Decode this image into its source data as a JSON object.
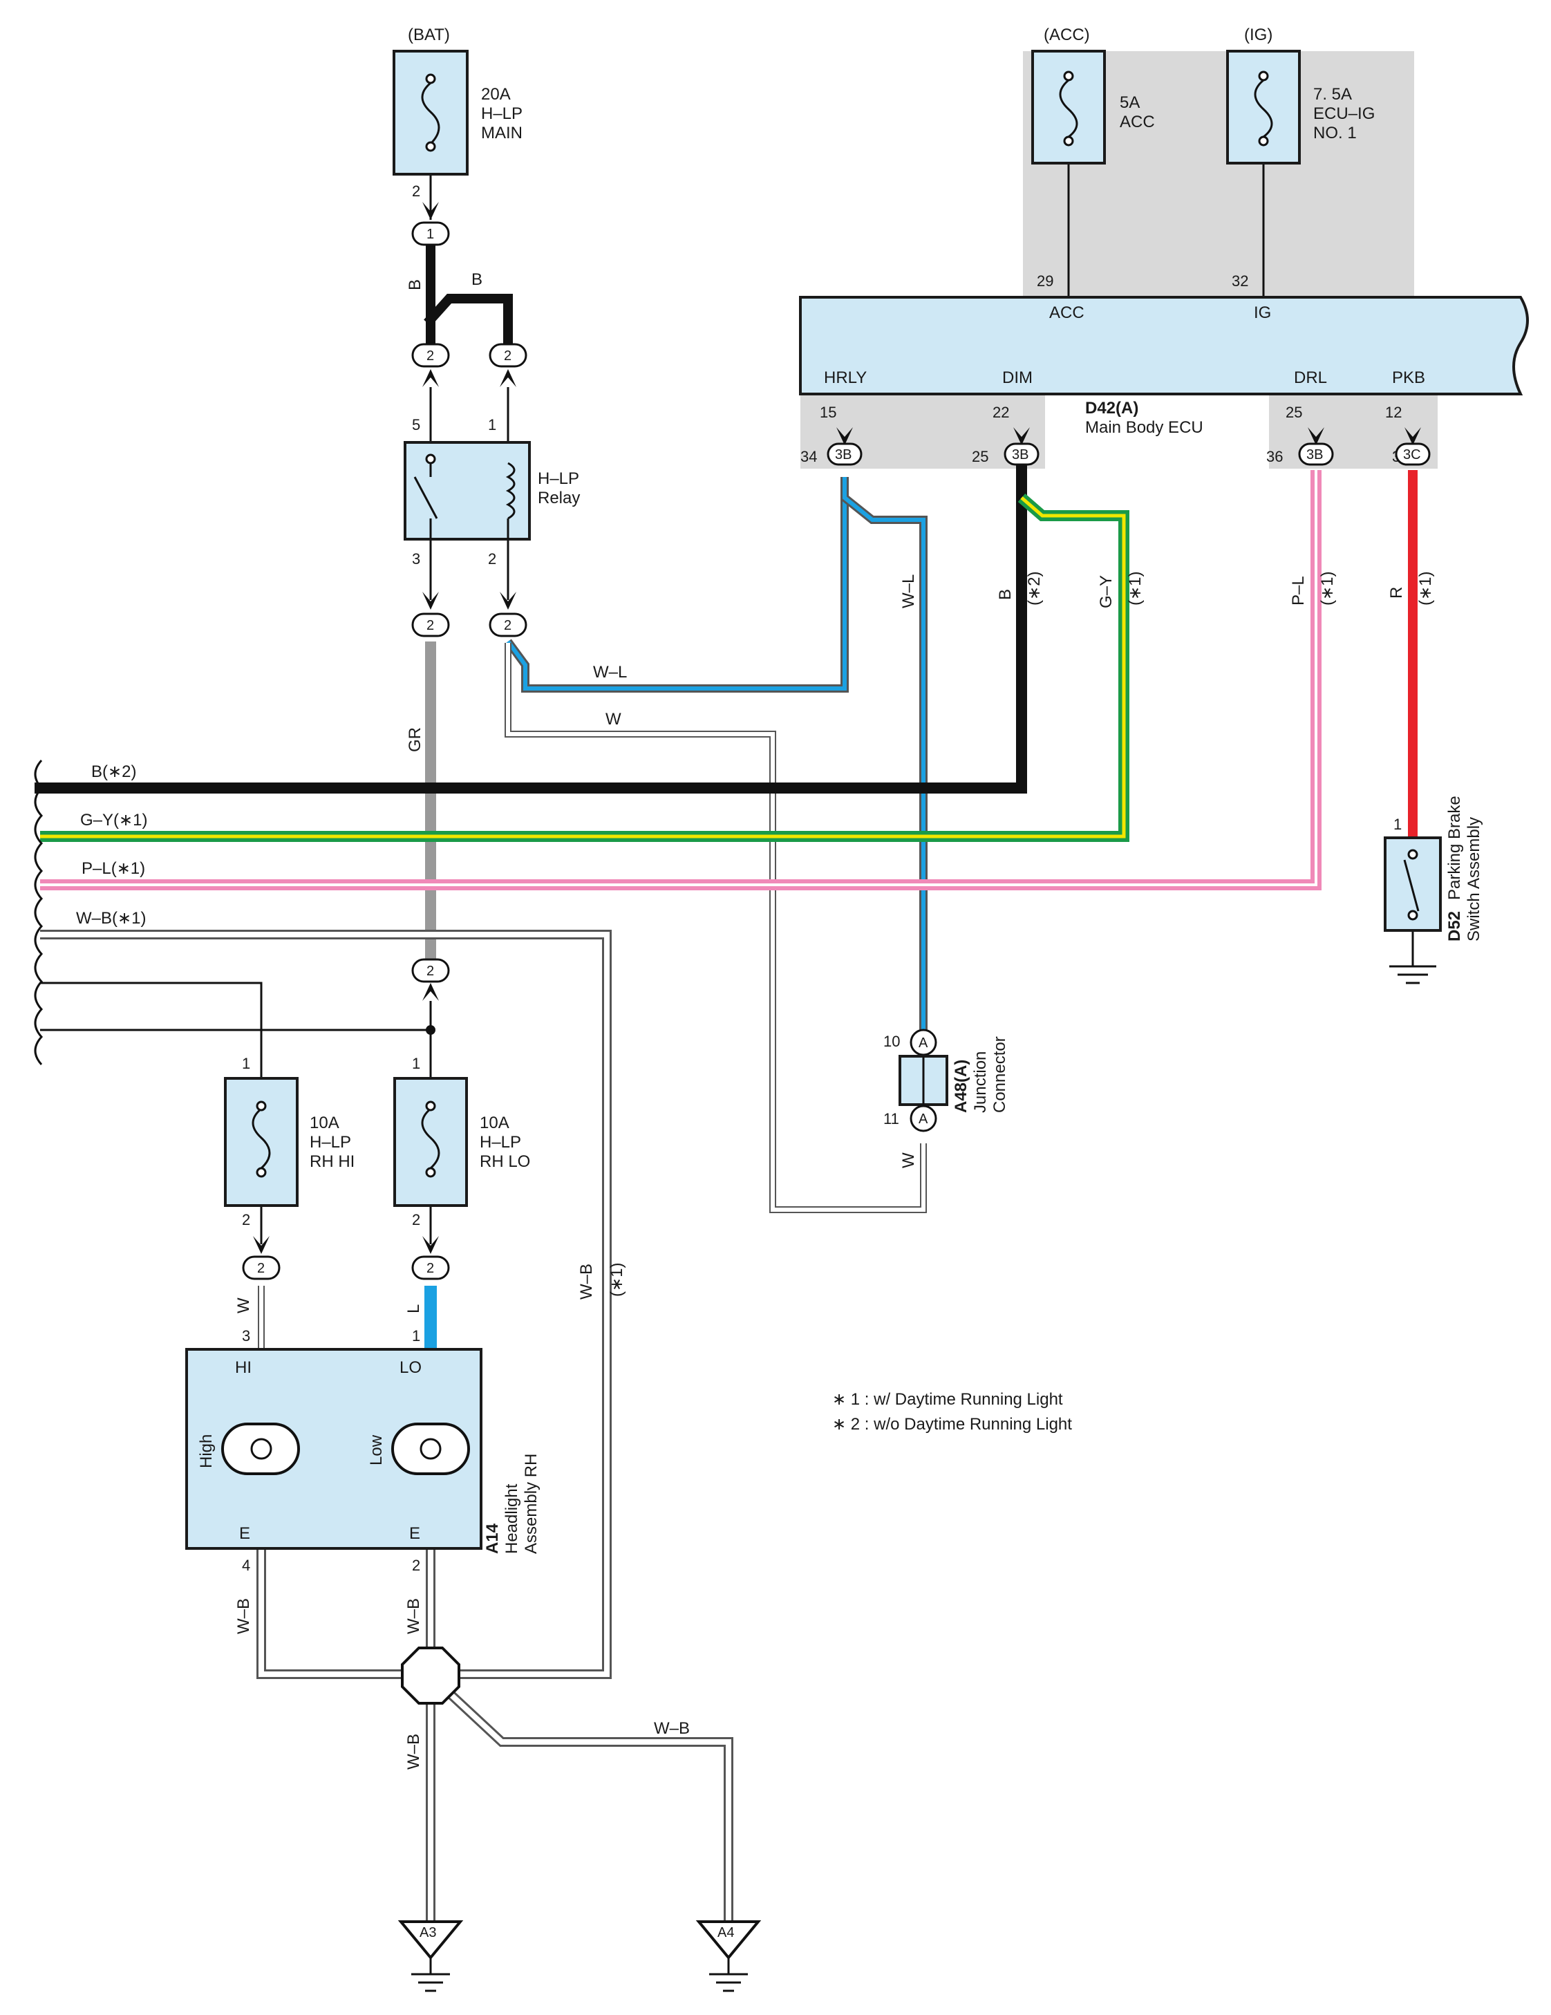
{
  "colors": {
    "box_fill": "#cfe8f5",
    "gray_bg": "#d9d9d9",
    "wire_black": "#111111",
    "wire_gray": "#999999",
    "wire_blue": "#1ba1e2",
    "wire_red": "#e8222a",
    "wire_green": "#1a9a48",
    "wire_yellow": "#f2e600",
    "wire_pink": "#f089b8"
  },
  "fuses": {
    "bat_source": "(BAT)",
    "hlp_main": {
      "line1": "20A",
      "line2": "H–LP",
      "line3": "MAIN"
    },
    "acc_source": "(ACC)",
    "acc": {
      "line1": "5A",
      "line2": "ACC"
    },
    "ig_source": "(IG)",
    "ecu_ig": {
      "line1": "7. 5A",
      "line2": "ECU–IG",
      "line3": "NO. 1"
    },
    "rh_hi": {
      "line1": "10A",
      "line2": "H–LP",
      "line3": "RH HI"
    },
    "rh_lo": {
      "line1": "10A",
      "line2": "H–LP",
      "line3": "RH LO"
    }
  },
  "relay": {
    "line1": "H–LP",
    "line2": "Relay",
    "pin5": "5",
    "pin1": "1",
    "pin3": "3",
    "pin2": "2"
  },
  "ecu": {
    "id": "D42(A)",
    "name": "Main Body ECU",
    "terminals": {
      "acc": "ACC",
      "ig": "IG",
      "hrly": "HRLY",
      "dim": "DIM",
      "drl": "DRL",
      "pkb": "PKB"
    },
    "pins": {
      "acc": "29",
      "ig": "32",
      "hrly": "15",
      "dim": "22",
      "drl": "25",
      "pkb": "12",
      "hrly_c": "34",
      "dim_c": "25",
      "drl_c": "36",
      "pkb_c": "33"
    },
    "connectors": {
      "hrly": "3B",
      "dim": "3B",
      "drl": "3B",
      "pkb": "3C"
    }
  },
  "junction": {
    "id": "A48(A)",
    "line1": "Junction",
    "line2": "Connector",
    "pin_top": "10",
    "pin_bottom": "11",
    "conn": "A"
  },
  "parking_brake": {
    "id": "D52",
    "line1": "Parking Brake",
    "line2": "Switch Assembly",
    "pin": "1"
  },
  "headlight": {
    "id": "A14",
    "line1": "Headlight",
    "line2": "Assembly RH",
    "hi": "HI",
    "lo": "LO",
    "high": "High",
    "low": "Low",
    "e": "E",
    "pin3": "3",
    "pin1": "1",
    "pin4": "4",
    "pin2": "2"
  },
  "pins": {
    "two": "2",
    "one": "1"
  },
  "wire_labels": {
    "b": "B",
    "gr": "GR",
    "w": "W",
    "wl": "W–L",
    "wb": "W–B",
    "l": "L",
    "r": "R",
    "gy": "G–Y",
    "pl": "P–L",
    "star1": "(∗1)",
    "star2": "(∗2)",
    "bus_b": "B(∗2)",
    "bus_gy": "G–Y(∗1)",
    "bus_pl": "P–L(∗1)",
    "bus_wb": "W–B(∗1)"
  },
  "grounds": {
    "a3": "A3",
    "a4": "A4"
  },
  "notes": {
    "n1": "∗ 1 : w/ Daytime Running Light",
    "n2": "∗ 2 : w/o Daytime Running Light"
  }
}
